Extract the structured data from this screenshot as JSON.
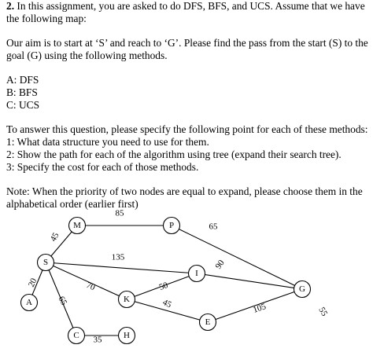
{
  "assignment": {
    "number": "2.",
    "intro": "In this assignment, you are asked to do DFS, BFS, and UCS. Assume that we have the following map:",
    "aim": "Our aim is to start at ‘S’ and reach to ‘G’. Please find the pass from the start (S) to the goal (G) using the following methods.",
    "methods": [
      "A: DFS",
      "B: BFS",
      "C: UCS"
    ],
    "instructions_intro": "To answer this question, please specify the following point for each of these methods:",
    "instructions": [
      "1: What data structure you need to use for them.",
      "2: Show the path for each of the algorithm using tree (expand their search tree).",
      "3: Specify the cost for each of those methods."
    ],
    "note": "Note: When the priority of two nodes are equal to expand, please choose them in the alphabetical order (earlier first)"
  },
  "graph": {
    "nodes": [
      "M",
      "P",
      "S",
      "I",
      "G",
      "A",
      "K",
      "E",
      "C",
      "H"
    ],
    "edges": [
      {
        "from": "M",
        "to": "P",
        "cost": "85"
      },
      {
        "from": "P",
        "to": "G",
        "cost": "65"
      },
      {
        "from": "S",
        "to": "M",
        "cost": "45"
      },
      {
        "from": "S",
        "to": "I",
        "cost": "135"
      },
      {
        "from": "I",
        "to": "G",
        "cost": "90"
      },
      {
        "from": "S",
        "to": "K",
        "cost": "70"
      },
      {
        "from": "K",
        "to": "I",
        "cost": "50"
      },
      {
        "from": "K",
        "to": "E",
        "cost": "45"
      },
      {
        "from": "E",
        "to": "G",
        "cost": "105"
      },
      {
        "from": "S",
        "to": "A",
        "cost": "20"
      },
      {
        "from": "S",
        "to": "C",
        "cost": "65"
      },
      {
        "from": "C",
        "to": "H",
        "cost": "35"
      }
    ],
    "extra_label": "55"
  }
}
